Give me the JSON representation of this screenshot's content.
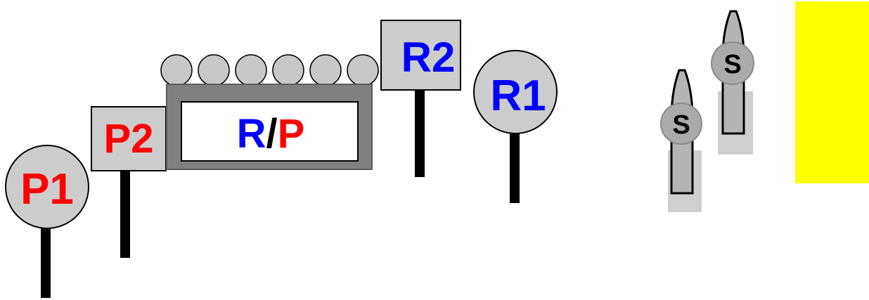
{
  "colors": {
    "background": "#ffffff",
    "sign_fill": "#cccccc",
    "outline": "#000000",
    "pole": "#000000",
    "board_frame": "#808080",
    "board_panel": "#ffffff",
    "light_fill": "#c8c8c8",
    "p_text": "#ff0000",
    "r_text": "#0000ff",
    "slash_text": "#000000",
    "s_text": "#000000",
    "rail_body": "#b4b4b4",
    "rail_shadow": "#cfcfcf",
    "yellow_block": "#ffff00"
  },
  "signs": {
    "p1": {
      "text": "P1",
      "shape": "circle"
    },
    "p2": {
      "text": "P2",
      "shape": "square"
    },
    "r2": {
      "text": "R2",
      "shape": "square"
    },
    "r1": {
      "text": "R1",
      "shape": "circle"
    }
  },
  "board": {
    "letter_r": "R",
    "slash": "/",
    "letter_p": "P",
    "light_count": 6
  },
  "shunts": [
    {
      "label": "S"
    },
    {
      "label": "S"
    }
  ],
  "icons": {
    "shunt_signal": "dwarf-shunt-signal-icon",
    "board_light": "indicator-light-icon"
  }
}
